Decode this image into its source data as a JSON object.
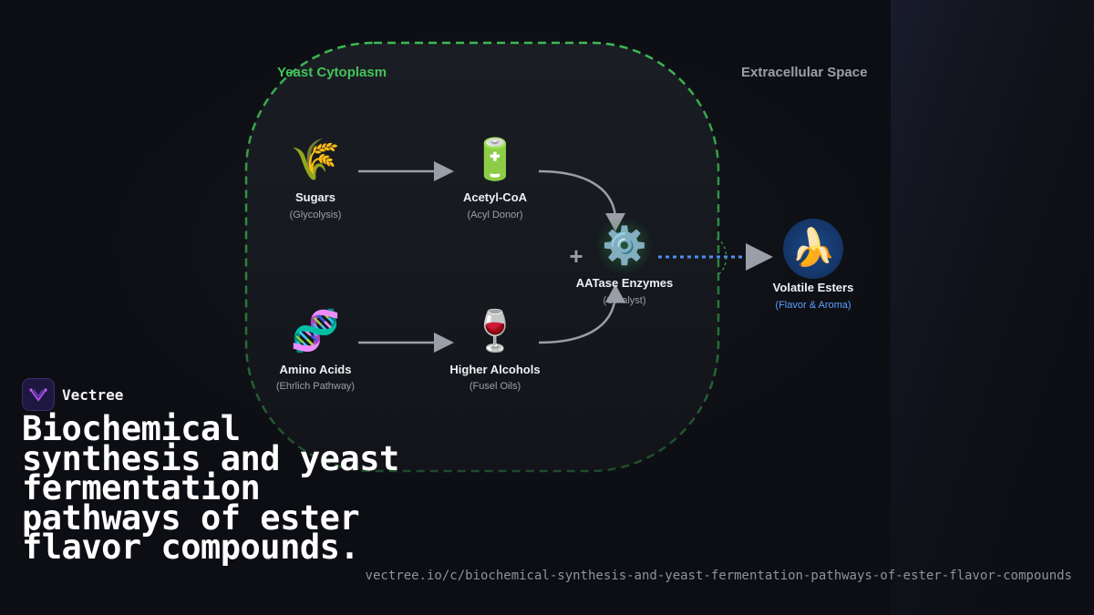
{
  "diagram": {
    "regions": {
      "cytoplasm_label": "Yeast Cytoplasm",
      "extracellular_label": "Extracellular Space"
    },
    "nodes": {
      "sugars": {
        "icon": "wheat-icon",
        "glyph": "🌾",
        "title": "Sugars",
        "sub": "(Glycolysis)"
      },
      "acetyl": {
        "icon": "battery-icon",
        "glyph": "🔋",
        "title": "Acetyl-CoA",
        "sub": "(Acyl Donor)"
      },
      "amino": {
        "icon": "dna-icon",
        "glyph": "🧬",
        "title": "Amino Acids",
        "sub": "(Ehrlich Pathway)"
      },
      "alcohols": {
        "icon": "wine-glass-icon",
        "glyph": "🍷",
        "title": "Higher Alcohols",
        "sub": "(Fusel Oils)"
      },
      "enzyme": {
        "icon": "gear-icon",
        "glyph": "⚙️",
        "title": "AATase Enzymes",
        "sub": "(Catalyst)",
        "plus": "+"
      },
      "esters": {
        "icon": "banana-icon",
        "glyph": "🍌",
        "title": "Volatile Esters",
        "sub": "(Flavor & Aroma)"
      }
    },
    "colors": {
      "cytoplasm_border": "#3dba55",
      "cytoplasm_label": "#43c25a",
      "extracellular_label": "#9aa0a8",
      "arrow": "#9a9ea6",
      "secretion_arrow": "#4f8ef0",
      "esters_sub": "#5aa0ff"
    }
  },
  "brand": {
    "name": "Vectree",
    "logo_icon": "vectree-logo-icon"
  },
  "headline": "Biochemical synthesis and yeast fermentation pathways of ester flavor compounds.",
  "url": "vectree.io/c/biochemical-synthesis-and-yeast-fermentation-pathways-of-ester-flavor-compounds"
}
